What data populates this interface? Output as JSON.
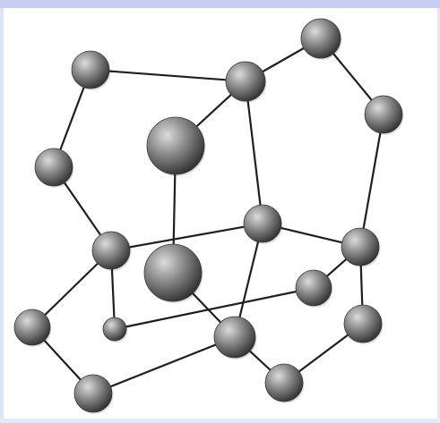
{
  "diagram": {
    "colors": {
      "frame_top": "#c7cdf0",
      "frame_side": "#dfe3f7",
      "bond": "#1f1f1f",
      "atom_light": "#dcdcdc",
      "atom_mid": "#8a8a8a",
      "atom_dark": "#2b2b2b"
    },
    "atoms": [
      {
        "id": "a1",
        "r": 21
      },
      {
        "id": "a2",
        "r": 22
      },
      {
        "id": "a3",
        "r": 22
      },
      {
        "id": "a4",
        "r": 21
      },
      {
        "id": "a5",
        "r": 21
      },
      {
        "id": "a6",
        "r": 32
      },
      {
        "id": "a7",
        "r": 21
      },
      {
        "id": "a8",
        "r": 21
      },
      {
        "id": "a9",
        "r": 21
      },
      {
        "id": "a10",
        "r": 32
      },
      {
        "id": "a11",
        "r": 20
      },
      {
        "id": "a12",
        "r": 21
      },
      {
        "id": "a13",
        "r": 13
      },
      {
        "id": "a14",
        "r": 20
      },
      {
        "id": "a15",
        "r": 23
      },
      {
        "id": "a16",
        "r": 21
      },
      {
        "id": "a17",
        "r": 21
      }
    ],
    "bonds": [
      [
        "a1",
        "a3"
      ],
      [
        "a1",
        "a5"
      ],
      [
        "a3",
        "a2"
      ],
      [
        "a2",
        "a4"
      ],
      [
        "a3",
        "a6"
      ],
      [
        "a3",
        "a8"
      ],
      [
        "a5",
        "a9"
      ],
      [
        "a4",
        "a7"
      ],
      [
        "a6",
        "a10"
      ],
      [
        "a9",
        "a8"
      ],
      [
        "a8",
        "a7"
      ],
      [
        "a9",
        "a14"
      ],
      [
        "a9",
        "a13"
      ],
      [
        "a8",
        "a15"
      ],
      [
        "a7",
        "a11"
      ],
      [
        "a7",
        "a12"
      ],
      [
        "a13",
        "a11"
      ],
      [
        "a14",
        "a16"
      ],
      [
        "a16",
        "a15"
      ],
      [
        "a15",
        "a10"
      ],
      [
        "a15",
        "a17"
      ],
      [
        "a17",
        "a12"
      ]
    ]
  }
}
